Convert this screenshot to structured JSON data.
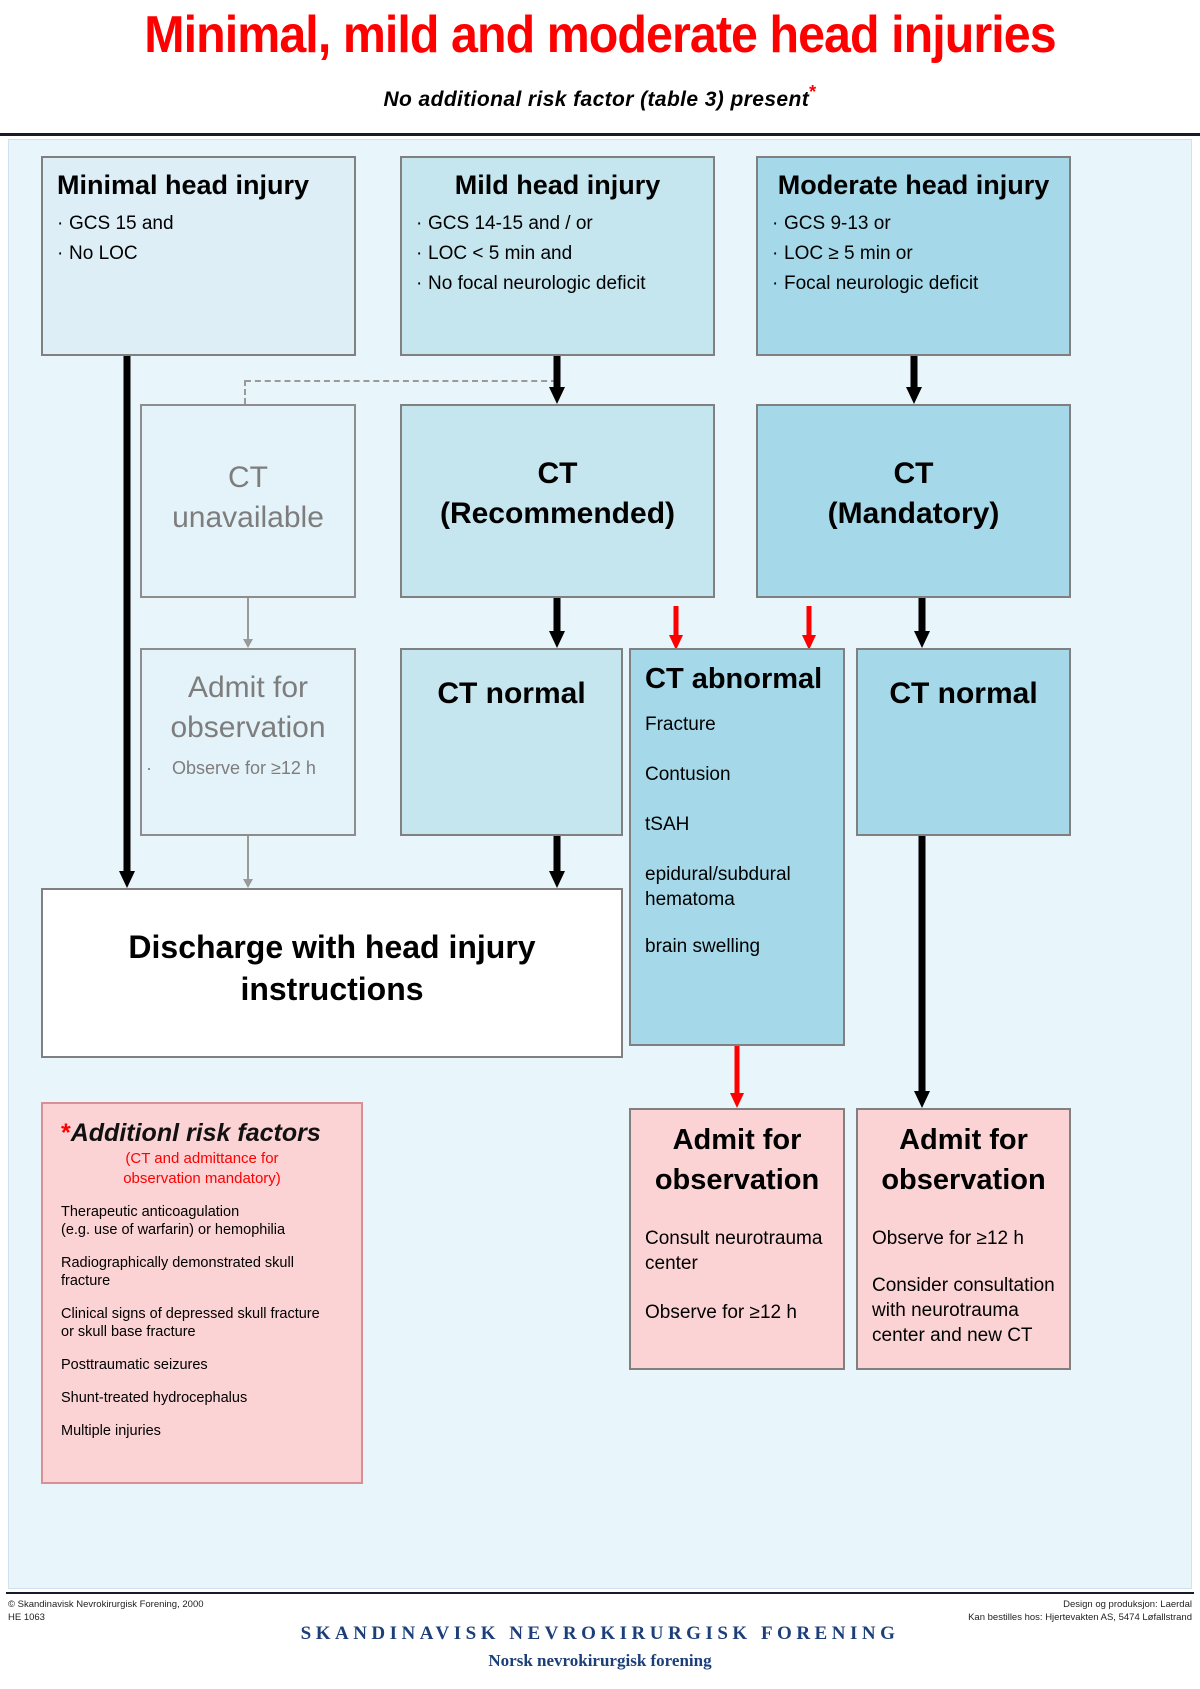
{
  "header": {
    "title": "Minimal, mild and moderate head injuries",
    "subtitle": "No additional risk factor (table 3) present",
    "subtitle_marker": "*"
  },
  "boxes": {
    "minimal": {
      "title": "Minimal head injury",
      "bullets": [
        "GCS 15 and",
        "No LOC"
      ]
    },
    "mild": {
      "title": "Mild head injury",
      "bullets": [
        "GCS 14-15 and / or",
        "LOC < 5 min and",
        "No focal neurologic deficit"
      ]
    },
    "moderate": {
      "title": "Moderate head injury",
      "bullets": [
        "GCS 9-13 or",
        "LOC ≥ 5 min or",
        "Focal neurologic deficit"
      ]
    },
    "ct_unavailable": {
      "line1": "CT",
      "line2": "unavailable"
    },
    "ct_recommended": {
      "line1": "CT",
      "line2": "(Recommended)"
    },
    "ct_mandatory": {
      "line1": "CT",
      "line2": "(Mandatory)"
    },
    "admit_grey": {
      "line1": "Admit for",
      "line2": "observation",
      "detail": "Observe for ≥12 h"
    },
    "ct_normal_mild": {
      "title": "CT normal"
    },
    "ct_normal_mod": {
      "title": "CT normal"
    },
    "ct_abnormal": {
      "title": "CT abnormal",
      "findings": [
        "Fracture",
        "Contusion",
        "tSAH",
        "epidural/subdural\nhematoma",
        "brain swelling"
      ]
    },
    "discharge": {
      "line1": "Discharge with head injury",
      "line2": "instructions"
    },
    "admit_abnormal": {
      "line1": "Admit for",
      "line2": "observation",
      "details": [
        "Consult neurotrauma\ncenter",
        "Observe for ≥12 h"
      ]
    },
    "admit_moderate": {
      "line1": "Admit for",
      "line2": "observation",
      "details": [
        "Observe for ≥12 h",
        "Consider consultation\nwith neurotrauma\ncenter and new CT"
      ]
    }
  },
  "risk_factors": {
    "star": "*",
    "title": "Additionl risk factors",
    "subtitle_line1": "(CT and admittance for",
    "subtitle_line2": "observation mandatory)",
    "items": [
      "Therapeutic anticoagulation\n(e.g. use of warfarin) or hemophilia",
      "Radiographically demonstrated skull\nfracture",
      "Clinical signs of depressed skull fracture\nor skull base fracture",
      "Posttraumatic seizures",
      "Shunt-treated hydrocephalus",
      "Multiple injuries"
    ]
  },
  "footer": {
    "copyright_line1": "© Skandinavisk Nevrokirurgisk Forening, 2000",
    "copyright_line2": "HE 1063",
    "credit_line1": "Design og produksjon: Laerdal",
    "credit_line2": "Kan bestilles hos: Hjertevakten AS, 5474 Løfallstrand",
    "org_name": "SKANDINAVISK NEVROKIRURGISK FORENING",
    "org_name_no": "Norsk nevrokirurgisk forening"
  },
  "colors": {
    "title_red": "#ff0000",
    "box_lightest": "#ddeef6",
    "box_light": "#c5e5ef",
    "box_mid": "#a5d8e8",
    "box_pink": "#fbd3d5",
    "canvas_bg": "#e8f5fb",
    "org_blue": "#1c3f7a"
  }
}
